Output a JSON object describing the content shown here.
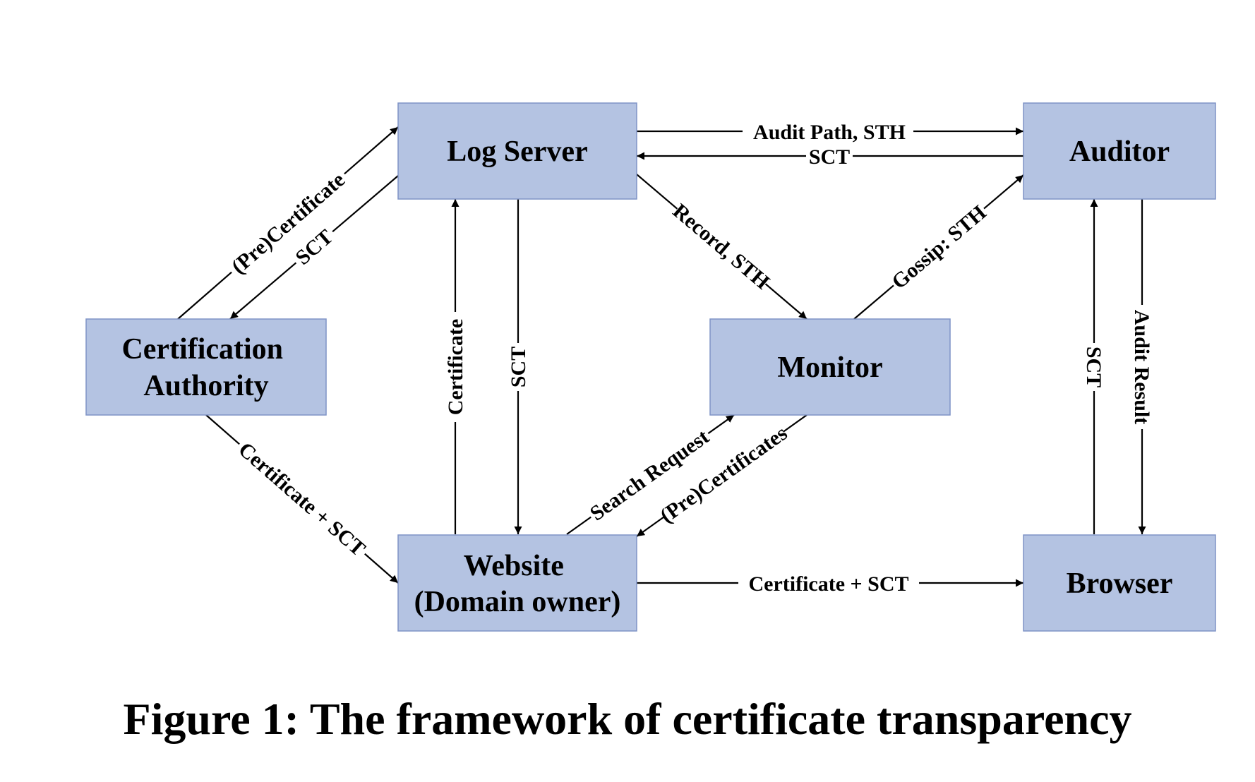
{
  "nodes": {
    "log_server": [
      "Log Server"
    ],
    "auditor": [
      "Auditor"
    ],
    "certification_authority": [
      "Certification",
      "Authority"
    ],
    "monitor": [
      "Monitor"
    ],
    "website": [
      "Website",
      "(Domain owner)"
    ],
    "browser": [
      "Browser"
    ]
  },
  "edges": {
    "audit_path_sth": "Audit Path, STH",
    "sct_auditor_to_log": "SCT",
    "pre_certificate_ca_to_log": "(Pre)Certificate",
    "sct_log_to_ca": "SCT",
    "record_sth": "Record, STH",
    "gossip_sth": "Gossip: STH",
    "certificate_website_to_log": "Certificate",
    "sct_log_to_website": "SCT",
    "sct_browser_to_auditor": "SCT",
    "audit_result": "Audit Result",
    "certificate_sct_ca_to_website": "Certificate + SCT",
    "search_request": "Search Request",
    "pre_certificates_monitor_to_website": "(Pre)Certificates",
    "certificate_sct_website_to_browser": "Certificate + SCT"
  },
  "caption": "Figure 1: The framework of certificate transparency",
  "colors": {
    "box_fill": "#b4c3e2",
    "box_border": "#7f93c6",
    "line": "#000000"
  }
}
